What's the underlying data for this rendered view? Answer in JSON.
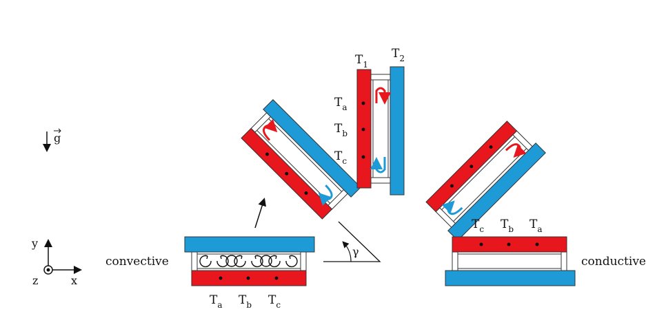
{
  "labels": {
    "convective": "convective",
    "conductive": "conductive",
    "gamma": "γ",
    "gravity": "g",
    "axis_x": "x",
    "axis_y": "y",
    "axis_z": "z"
  },
  "vertical_cell": {
    "plate_left": "T",
    "plate_left_sub": "1",
    "plate_right": "T",
    "plate_right_sub": "2",
    "sensor_a": "T",
    "sensor_a_sub": "a",
    "sensor_b": "T",
    "sensor_b_sub": "b",
    "sensor_c": "T",
    "sensor_c_sub": "c"
  },
  "convective_cell": {
    "sensor_a": "T",
    "sensor_a_sub": "a",
    "sensor_b": "T",
    "sensor_b_sub": "b",
    "sensor_c": "T",
    "sensor_c_sub": "c"
  },
  "conductive_cell": {
    "sensor_c": "T",
    "sensor_c_sub": "c",
    "sensor_b": "T",
    "sensor_b_sub": "b",
    "sensor_a": "T",
    "sensor_a_sub": "a"
  },
  "colors": {
    "hot": "#e8161d",
    "cold": "#1e9bd7",
    "frame": "#333333",
    "ink": "#111111"
  }
}
